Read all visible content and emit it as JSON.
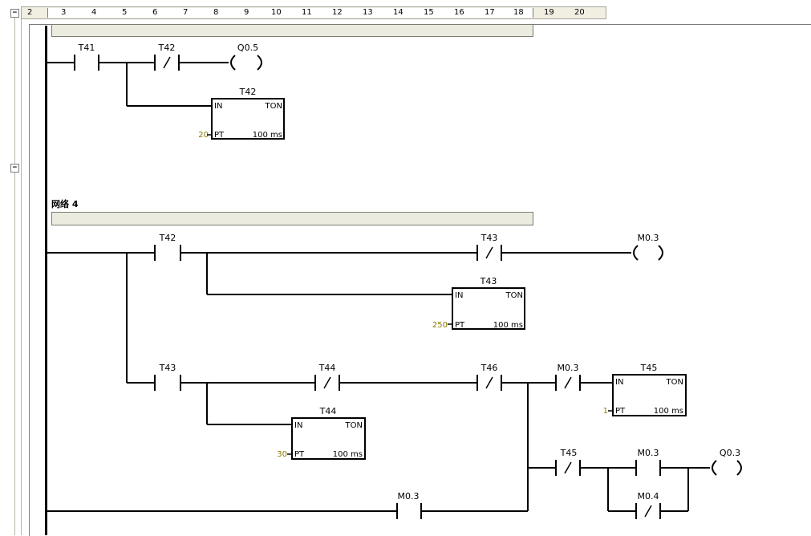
{
  "ruler": {
    "ticks": [
      "2",
      "3",
      "4",
      "5",
      "6",
      "7",
      "8",
      "9",
      "10",
      "11",
      "12",
      "13",
      "14",
      "15",
      "16",
      "17",
      "18",
      "19",
      "20"
    ]
  },
  "network4": {
    "title": "网络 4"
  },
  "rung_top": {
    "contacts": [
      {
        "label": "T41",
        "type": "no"
      },
      {
        "label": "T42",
        "type": "nc"
      }
    ],
    "coil": {
      "label": "Q0.5"
    },
    "timer": {
      "name": "T42",
      "type_label": "TON",
      "in_label": "IN",
      "pt_label": "PT",
      "pt_value": "20",
      "base": "100 ms"
    }
  },
  "rung_net4": {
    "contacts": [
      {
        "label": "T42",
        "type": "no"
      },
      {
        "label": "T43",
        "type": "nc"
      },
      {
        "label": "T43",
        "type": "no"
      },
      {
        "label": "T44",
        "type": "nc"
      },
      {
        "label": "T46",
        "type": "nc"
      },
      {
        "label": "M0.3",
        "type": "nc"
      },
      {
        "label": "T45",
        "type": "nc"
      },
      {
        "label": "M0.3",
        "type": "no"
      },
      {
        "label": "M0.4",
        "type": "nc"
      },
      {
        "label": "M0.3",
        "type": "no"
      }
    ],
    "coils": [
      {
        "label": "M0.3"
      },
      {
        "label": "Q0.3"
      }
    ],
    "timers": [
      {
        "name": "T43",
        "type_label": "TON",
        "in_label": "IN",
        "pt_label": "PT",
        "pt_value": "250",
        "base": "100 ms"
      },
      {
        "name": "T45",
        "type_label": "TON",
        "in_label": "IN",
        "pt_label": "PT",
        "pt_value": "1",
        "base": "100 ms"
      },
      {
        "name": "T44",
        "type_label": "TON",
        "in_label": "IN",
        "pt_label": "PT",
        "pt_value": "30",
        "base": "100 ms"
      }
    ]
  },
  "colors": {
    "pt_value": "#8a7a00",
    "wire": "#000000",
    "comment_bg": "#ecebe0"
  }
}
